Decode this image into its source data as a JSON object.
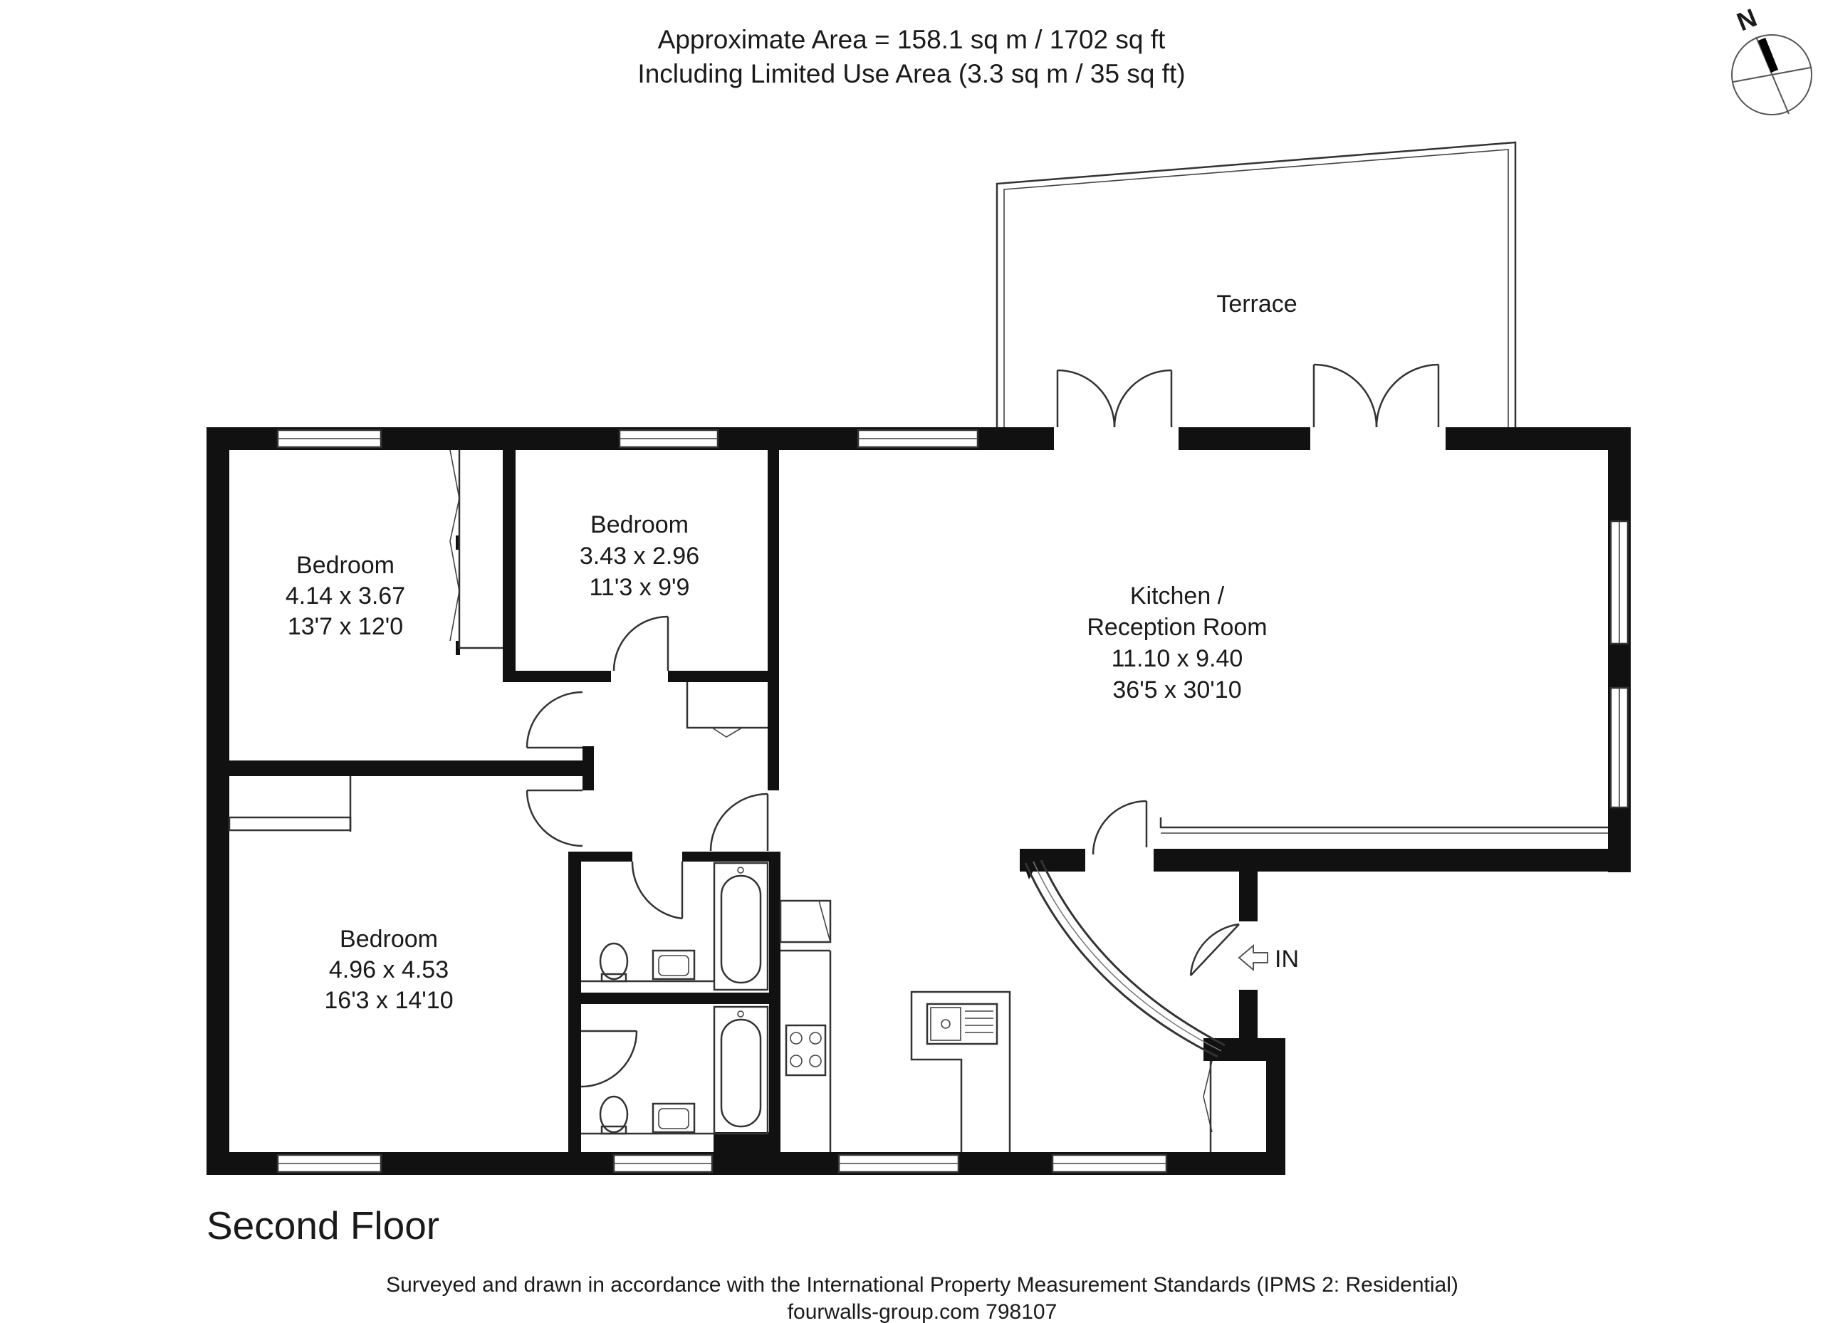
{
  "header": {
    "area_line": "Approximate  Area = 158.1 sq m / 1702 sq ft",
    "limited_line": "Including Limited Use Area (3.3 sq m / 35 sq ft)"
  },
  "compass": {
    "label": "N"
  },
  "rooms": {
    "terrace": {
      "name": "Terrace"
    },
    "bedroom1": {
      "name": "Bedroom",
      "metric": "4.14 x 3.67",
      "imperial": "13'7 x 12'0"
    },
    "bedroom2": {
      "name": "Bedroom",
      "metric": "3.43 x 2.96",
      "imperial": "11'3 x 9'9"
    },
    "kitchen": {
      "name1": "Kitchen /",
      "name2": "Reception Room",
      "metric": "11.10 x 9.40",
      "imperial": "36'5 x 30'10"
    },
    "bedroom3": {
      "name": "Bedroom",
      "metric": "4.96 x 4.53",
      "imperial": "16'3 x 14'10"
    }
  },
  "entrance": {
    "label": "IN"
  },
  "floor_label": "Second Floor",
  "footer": {
    "standards": "Surveyed and drawn in accordance with the International Property Measurement Standards (IPMS 2: Residential)",
    "ref": "fourwalls-group.com 798107"
  }
}
